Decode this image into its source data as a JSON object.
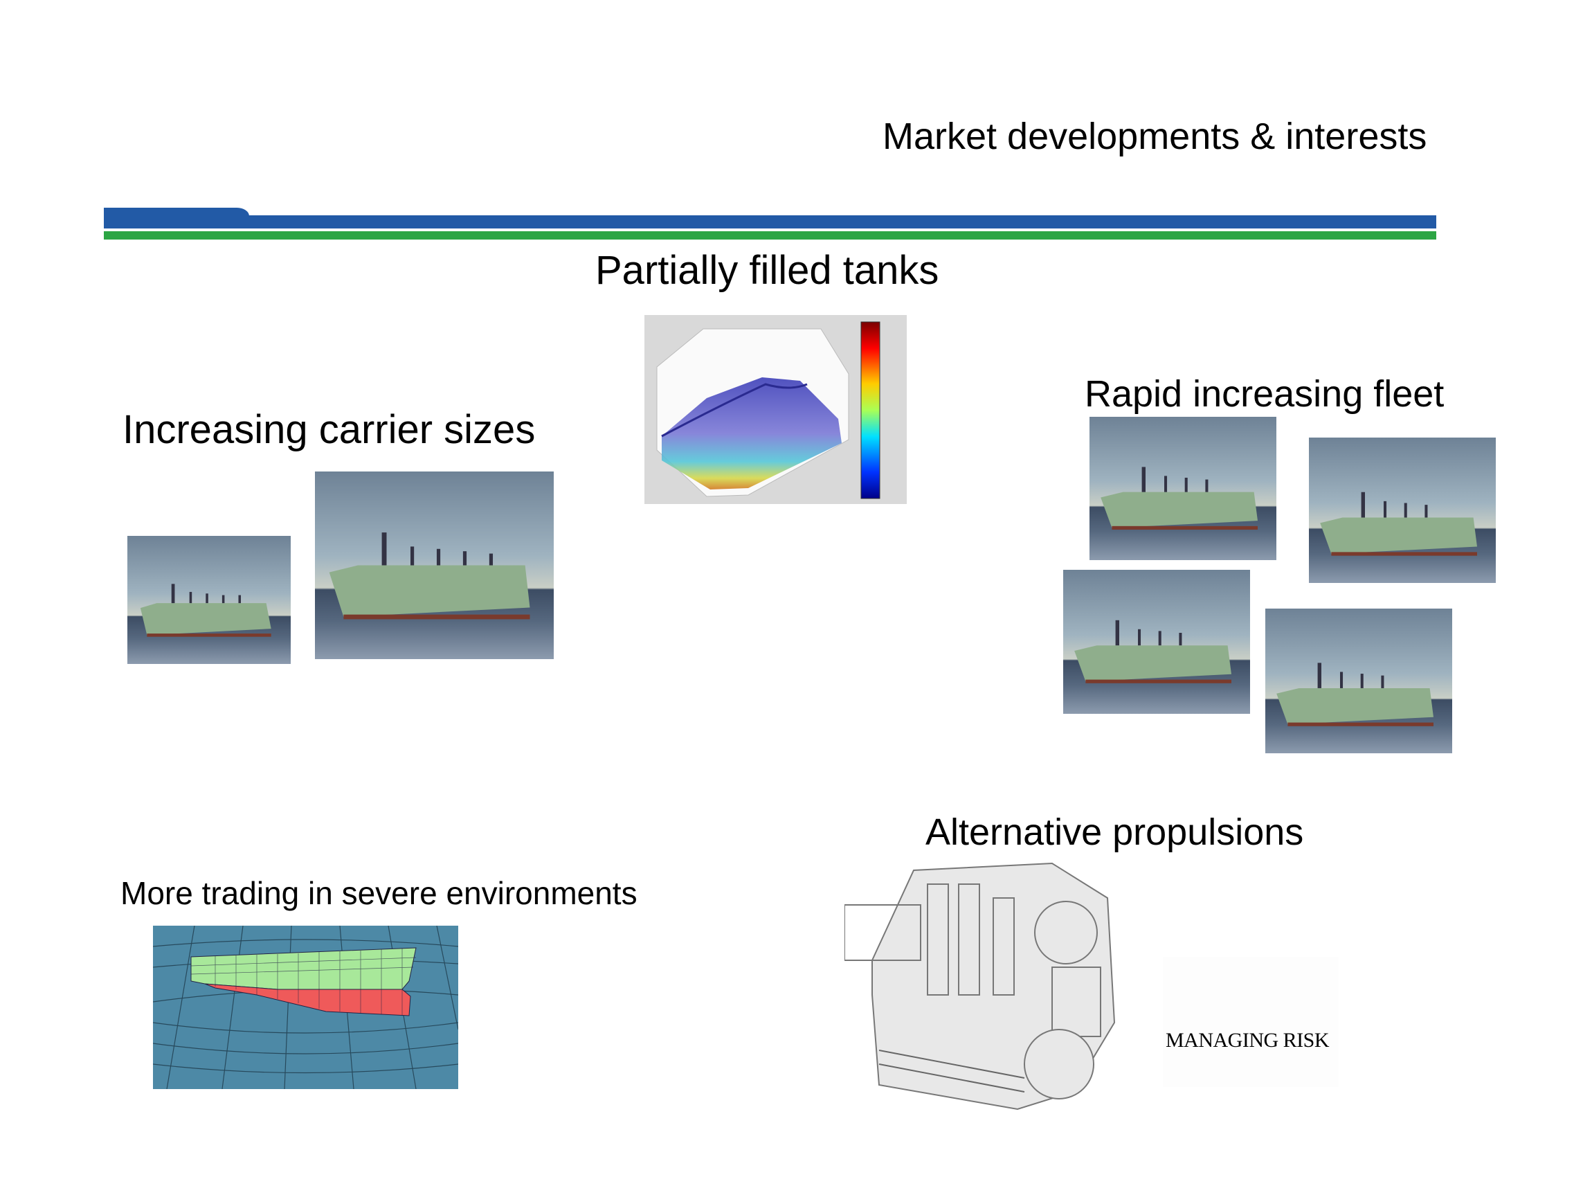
{
  "slide": {
    "title": "Market developments & interests",
    "brand_colors": {
      "blue": "#225aa6",
      "green": "#2ca544"
    }
  },
  "sections": {
    "partially_filled_tanks": {
      "heading": "Partially filled tanks",
      "image": "sloshing-simulation-plot"
    },
    "increasing_carrier_sizes": {
      "heading": "Increasing carrier sizes",
      "images": [
        "lng-carrier-photo-small",
        "lng-carrier-photo-large"
      ]
    },
    "rapid_increasing_fleet": {
      "heading": "Rapid increasing fleet",
      "images": [
        "lng-carrier-photo",
        "lng-carrier-photo",
        "lng-carrier-photo",
        "lng-carrier-photo"
      ]
    },
    "alternative_propulsions": {
      "heading": "Alternative propulsions",
      "image": "marine-engine-cutaway",
      "caption_fragment": "MANAGING RISK"
    },
    "severe_environments": {
      "heading": "More trading in severe environments",
      "image": "hull-wave-mesh-model"
    }
  }
}
